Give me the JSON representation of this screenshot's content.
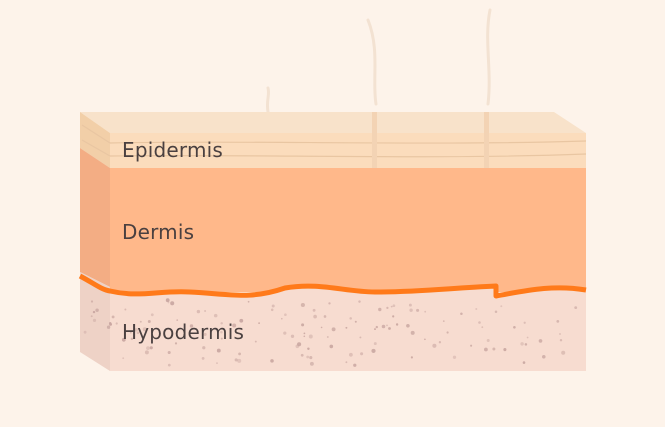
{
  "layers": [
    {
      "name": "Epidermis",
      "color": "#fbdcbc"
    },
    {
      "name": "Dermis",
      "color": "#ffb88a"
    },
    {
      "name": "Hypodermis",
      "color": "#f7dcd0"
    }
  ],
  "colors": {
    "background": "#fdf3ea",
    "boundary_line": "#ff7a1a",
    "speckle": "#c9a7a1",
    "text": "#4a4040"
  }
}
